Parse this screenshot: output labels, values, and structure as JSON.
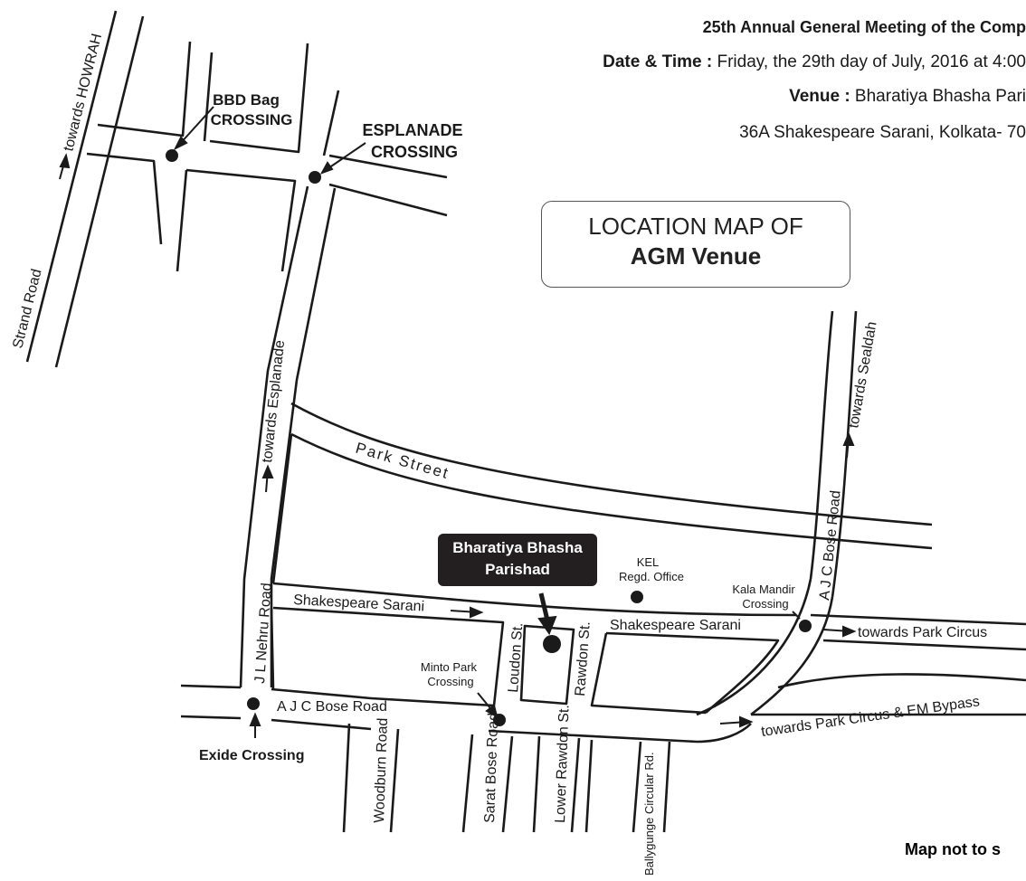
{
  "header": {
    "line1": "25th Annual General Meeting of the Comp",
    "line2_label": "Date & Time :",
    "line2_value": " Friday, the 29th day of July, 2016 at 4:00",
    "line3_label": "Venue :",
    "line3_value": " Bharatiya Bhasha Pari",
    "line4": "36A Shakespeare Sarani, Kolkata- 70"
  },
  "title_box": {
    "line1": "LOCATION MAP OF",
    "line2": "AGM Venue"
  },
  "venue_box": {
    "line1": "Bharatiya Bhasha",
    "line2": "Parishad"
  },
  "landmarks": {
    "bbd_line1": "BBD Bag",
    "bbd_line2": "CROSSING",
    "esplanade_line1": "ESPLANADE",
    "esplanade_line2": "CROSSING",
    "kel_line1": "KEL",
    "kel_line2": "Regd. Office",
    "kala_line1": "Kala Mandir",
    "kala_line2": "Crossing",
    "minto_line1": "Minto Park",
    "minto_line2": "Crossing",
    "exide": "Exide Crossing"
  },
  "roads": {
    "towards_howrah": "towards HOWRAH",
    "strand_road": "Strand Road",
    "towards_esplanade": "towards Esplanade",
    "park_street": "Park Street",
    "towards_sealdah": "towards Sealdah",
    "ajc_bose_road": "A J C Bose Road",
    "shakespeare_sarani": "Shakespeare Sarani",
    "towards_park_circus": "towards Park Circus",
    "towards_park_circus_em": "towards Park Circus & EM Bypass",
    "jl_nehru_road": "J L Nehru Road",
    "loudon_st": "Loudon St.",
    "rawdon_st": "Rawdon St.",
    "woodburn_road": "Woodburn Road",
    "sarat_bose_road": "Sarat Bose Road",
    "lower_rawdon_st": "Lower Rawdon St.",
    "ballygunge_circular_rd": "Ballygunge Circular Rd."
  },
  "scale_note": "Map not to s",
  "colors": {
    "ink": "#1a1a1a",
    "venue_box_bg": "#231f20",
    "venue_box_text": "#ffffff"
  }
}
